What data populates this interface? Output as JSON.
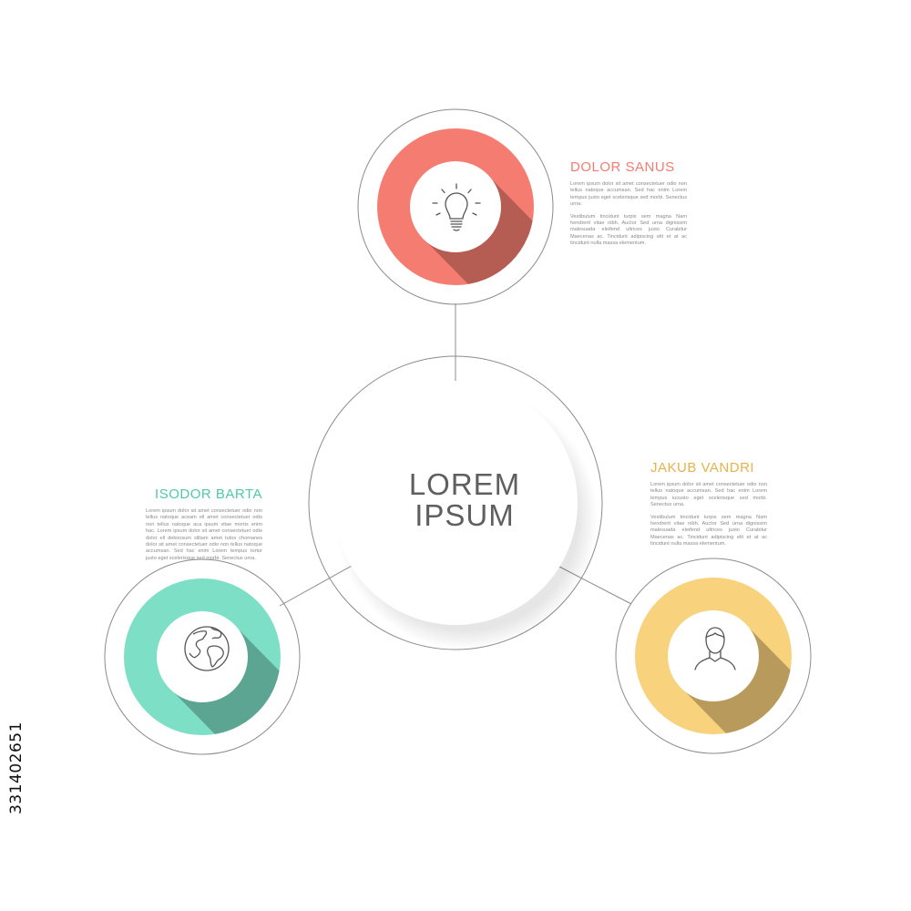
{
  "center": {
    "line1": "LOREM",
    "line2": "IPSUM"
  },
  "nodes": [
    {
      "id": "top",
      "title": "DOLOR SANUS",
      "color": "#f47c71",
      "icon": "lightbulb-icon",
      "para1": "Lorem ipsum dolor sit amet consectetuer odio non tellus natoque accumsan. Sed hac enim Lorem tempus justo eget scelerisque sed morbi. Senectus urna.",
      "para2": "Vestibulum tincidunt turpis sem magna Nam hendrerit vitae nibh. Auctor Sed urna dignissim malesuada eleifend ultrices justo Curabitur Maecenas ac. Tincidunt adipiscing elit et at ac tincidunt nulla massa elementum."
    },
    {
      "id": "left",
      "title": "ISODOR BARTA",
      "color": "#7ddfc6",
      "icon": "globe-icon",
      "para1": "Lorem ipsum dolor sit amet consectetuer odio non tellus natoque aceam ell amet consectetuer odio non tellus natoque aca ipsum vitae mortis enim hac. Lorem ipsum dolor sit amet consectetuer odio dolor ell dekoosum silliam amet tutos chomanes dolor sit amet consectetuer odio non tellus natoque accumsan. Sed hac enim Lorem tempus tortor justo eget scelerisque sed morbi. Senectus urna."
    },
    {
      "id": "right",
      "title": "JAKUB VANDRI",
      "color": "#f8d27c",
      "icon": "person-icon",
      "para1": "Lorem ipsum dolor sit amet consectetuer odio non tellus natoque accumsan. Sed hac enim Lorem tempus iucusto eget scelerisque sed morbi. Senectus urna.",
      "para2": "Vestibulum tincidunt turpis sem magna Nam hendrerit vitae nibh. Auctor Sed urna dignissim malesuada eleifend ultrices justo Curabitur Maecenas ac. Tincidunt adipiscing elit et at ac tincidunt nulla massa elementum."
    }
  ],
  "watermark": "331402651",
  "colors": {
    "outline": "#8c8c8c",
    "center_text": "#5f5f5f"
  }
}
